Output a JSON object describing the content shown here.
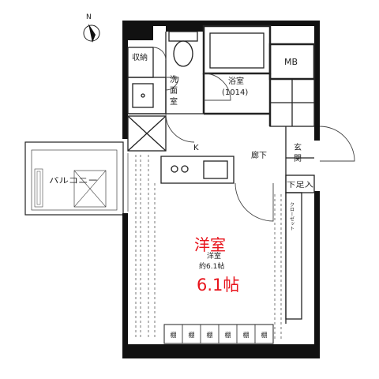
{
  "compass": {
    "north_label": "N"
  },
  "rooms": {
    "storage": "収納",
    "washroom_1": "洗",
    "washroom_2": "面",
    "washroom_3": "室",
    "bathroom": "浴室",
    "bathroom_size": "(1014)",
    "mb": "MB",
    "kitchen": "K",
    "corridor": "廊下",
    "entrance_1": "玄",
    "entrance_2": "関",
    "shoe_storage": "下足入",
    "closet": "クローゼット",
    "balcony": "バルコニー",
    "western_room": "洋室",
    "western_room_size": "約6.1帖"
  },
  "highlight": {
    "room_name": "洋室",
    "room_size": "6.1帖"
  },
  "shelves": {
    "label": "棚",
    "count": 6
  },
  "colors": {
    "wall": "#111111",
    "accent": "#e8141c",
    "line": "#222222"
  }
}
